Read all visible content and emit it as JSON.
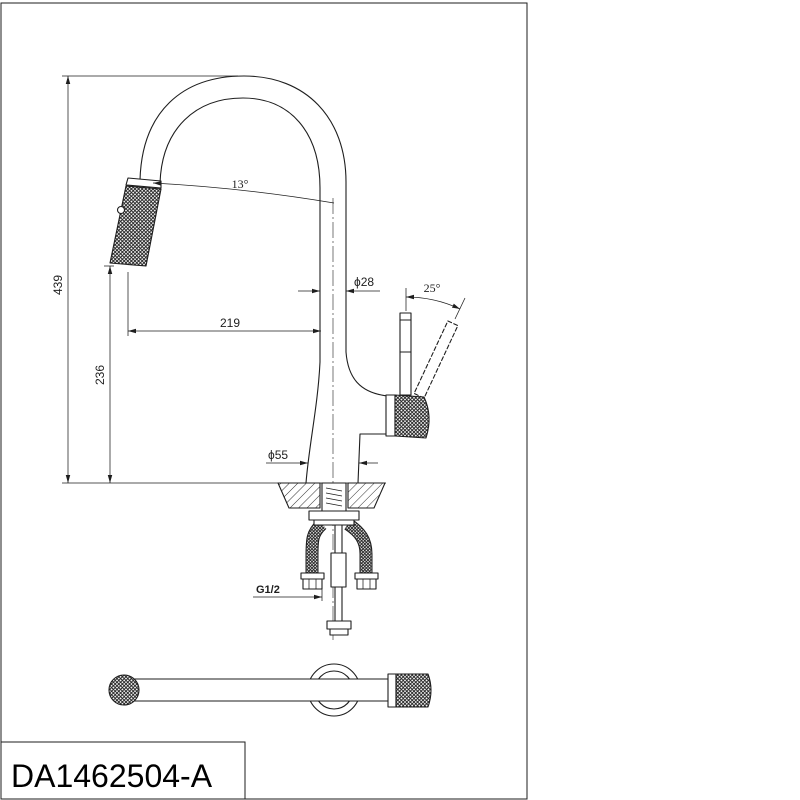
{
  "style": {
    "ink": "#1e1e1e",
    "paper": "#ffffff"
  },
  "drawing": {
    "labels": {
      "height_total": "439",
      "height_outlet": "236",
      "reach": "219",
      "spray_angle": "13°",
      "neck_diameter": "ϕ28",
      "lever_angle": "25°",
      "base_diameter": "ϕ55",
      "connection_thread": "G1/2"
    }
  },
  "title_block": {
    "model_code": "DA1462504-A"
  }
}
